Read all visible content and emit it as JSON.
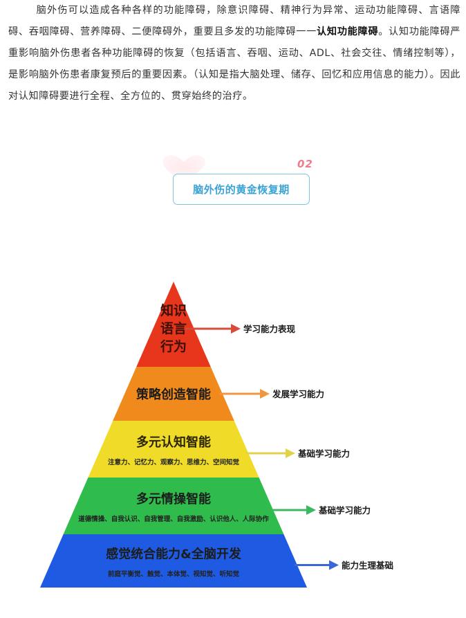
{
  "article": {
    "p_part1": "脑外伤可以造成各种各样的功能障碍，除意识障碍、精神行为异常、运动功能障碍、言语障碍、吞咽障碍、营养障碍、二便障碍外，重要且多发的功能障碍一一",
    "p_bold": "认知功能障碍",
    "p_part2": "。认知功能障碍严重影响脑外伤患者各种功能障碍的恢复（包括语言、吞咽、运动、ADL、社会交往、情绪控制等），是影响脑外伤患者康复预后的重要因素。（认知是指大脑处理、储存、回忆和应用信息的能力）。因此对认知障碍要进行全程、全方位的、贯穿始终的治疗。"
  },
  "section": {
    "number": "02",
    "title": "脑外伤的黄金恢复期"
  },
  "pyramid": {
    "levels": [
      {
        "title_lines": [
          "知识",
          "语言",
          "行为"
        ],
        "sub": "",
        "color": "#e8361c",
        "arrow_label": "学习能力表现",
        "arrow_color": "#d84a3a"
      },
      {
        "title_lines": [
          "策略创造智能"
        ],
        "sub": "",
        "color": "#f08a1c",
        "arrow_label": "发展学习能力",
        "arrow_color": "#ef9640"
      },
      {
        "title_lines": [
          "多元认知智能"
        ],
        "sub": "注意力、记忆力、观察力、思维力、空间知觉",
        "color": "#f0dc28",
        "arrow_label": "基础学习能力",
        "arrow_color": "#e2d24a"
      },
      {
        "title_lines": [
          "多元情操智能"
        ],
        "sub": "道德情操、自我认识、自我管理、自我激励、认识他人、人际协作",
        "color": "#2fbc4c",
        "arrow_label": "基础学习能力",
        "arrow_color": "#3cb860"
      },
      {
        "title_lines": [
          "感觉统合能力&全脑开发"
        ],
        "sub": "前庭平衡觉、触觉、本体觉、视知觉、听知觉",
        "color": "#1f5be2",
        "arrow_label": "能力生理基础",
        "arrow_color": "#3a66d8"
      }
    ]
  }
}
